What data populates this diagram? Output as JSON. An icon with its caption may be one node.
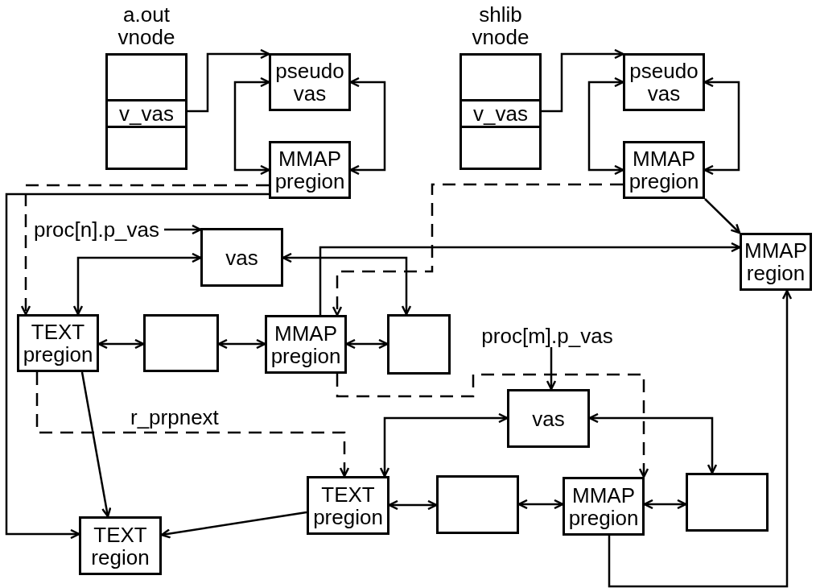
{
  "diagram": {
    "nodes": [
      {
        "text": [
          "a.out vnode"
        ]
      },
      {
        "text": [
          "v_vas"
        ],
        "in": 0
      },
      {
        "text": [
          "pseudo vas"
        ]
      },
      {
        "text": [
          "MMAP pregion"
        ]
      },
      {
        "text": [
          "shlib vnode"
        ]
      },
      {
        "text": [
          "v_vas"
        ],
        "in": 4
      },
      {
        "text": [
          "pseudo vas"
        ]
      },
      {
        "text": [
          "MMAP pregion"
        ]
      },
      {
        "text": [
          "MMAP region"
        ]
      },
      {
        "text": [
          "proc[n].p_vas"
        ]
      },
      {
        "text": [
          "vas"
        ]
      },
      {
        "text": [
          "TEXT pregion"
        ]
      },
      {
        "text": [],
        "shape": "box"
      },
      {
        "text": [
          "MMAP pregion"
        ]
      },
      {
        "text": [],
        "shape": "box"
      },
      {
        "text": [
          "proc[m].p_vas"
        ]
      },
      {
        "text": [
          "vas"
        ]
      },
      {
        "text": [
          "TEXT pregion"
        ]
      },
      {
        "text": [],
        "shape": "box"
      },
      {
        "text": [
          "MMAP pregion"
        ]
      },
      {
        "text": [],
        "shape": "box"
      },
      {
        "text": [
          "TEXT region"
        ]
      }
    ],
    "edges": [
      {
        "from": 1,
        "to": 2,
        "arrow": "to"
      },
      {
        "from": 2,
        "to": 3,
        "arrow": "both"
      },
      {
        "from": 2,
        "to": 3,
        "arrow": "both"
      },
      {
        "from": 5,
        "to": 6,
        "arrow": "to"
      },
      {
        "from": 6,
        "to": 7,
        "arrow": "both"
      },
      {
        "from": 6,
        "to": 7,
        "arrow": "both"
      },
      {
        "from": 3,
        "to": 21,
        "arrow": "to"
      },
      {
        "from": 3,
        "to": 11,
        "arrow": "to",
        "style": "dashed"
      },
      {
        "from": 9,
        "to": 10,
        "arrow": "to"
      },
      {
        "from": 10,
        "to": 11,
        "arrow": "both"
      },
      {
        "from": 13,
        "to": 8,
        "arrow": "to"
      },
      {
        "from": 10,
        "to": 14,
        "arrow": "both"
      },
      {
        "from": 7,
        "to": 13,
        "arrow": "to",
        "style": "dashed"
      },
      {
        "from": 7,
        "to": 8,
        "arrow": "to"
      },
      {
        "from": 11,
        "to": 12,
        "arrow": "both"
      },
      {
        "from": 12,
        "to": 13,
        "arrow": "both"
      },
      {
        "from": 13,
        "to": 14,
        "arrow": "both"
      },
      {
        "from": 11,
        "to": 21,
        "arrow": "to"
      },
      {
        "from": 11,
        "to": 17,
        "arrow": "to",
        "style": "dashed",
        "label": "r_prpnext"
      },
      {
        "from": 13,
        "to": 19,
        "arrow": "to",
        "style": "dashed"
      },
      {
        "from": 15,
        "to": 16,
        "arrow": "to"
      },
      {
        "from": 16,
        "to": 17,
        "arrow": "both"
      },
      {
        "from": 16,
        "to": 20,
        "arrow": "both"
      },
      {
        "from": 17,
        "to": 18,
        "arrow": "both"
      },
      {
        "from": 18,
        "to": 19,
        "arrow": "both"
      },
      {
        "from": 19,
        "to": 20,
        "arrow": "both"
      },
      {
        "from": 17,
        "to": 21,
        "arrow": "to"
      },
      {
        "from": 19,
        "to": 8,
        "arrow": "to"
      }
    ]
  }
}
